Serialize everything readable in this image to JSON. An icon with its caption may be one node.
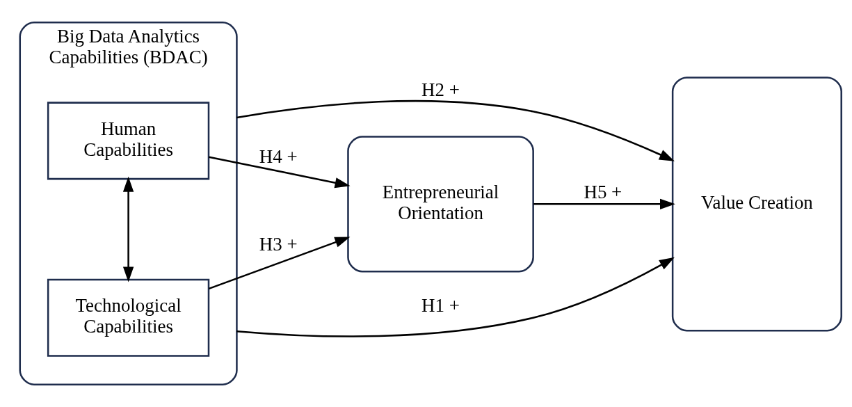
{
  "diagram": {
    "nodes": [
      {
        "text": [
          "Big Data Analytics Capabilities (BDAC)"
        ]
      },
      {
        "text": [
          "Technological Capabilities"
        ],
        "in": 0
      },
      {
        "text": [
          "Human Capabilities"
        ],
        "in": 0
      },
      {
        "text": [
          "Entrepreneurial Orientation"
        ]
      },
      {
        "text": [
          "Value Creation"
        ]
      }
    ],
    "edges": [
      {
        "from": 0,
        "to": 4,
        "arrow": "to",
        "label": "H1 +"
      },
      {
        "from": 1,
        "to": 3,
        "arrow": "to",
        "label": "H3 +"
      },
      {
        "from": 1,
        "to": 2,
        "arrow": "both"
      },
      {
        "from": 2,
        "to": 3,
        "arrow": "to",
        "label": "H4 +"
      },
      {
        "from": 3,
        "to": 4,
        "arrow": "to",
        "label": "H5 +"
      },
      {
        "from": 0,
        "to": 4,
        "arrow": "to",
        "label": "H2 +"
      }
    ]
  }
}
